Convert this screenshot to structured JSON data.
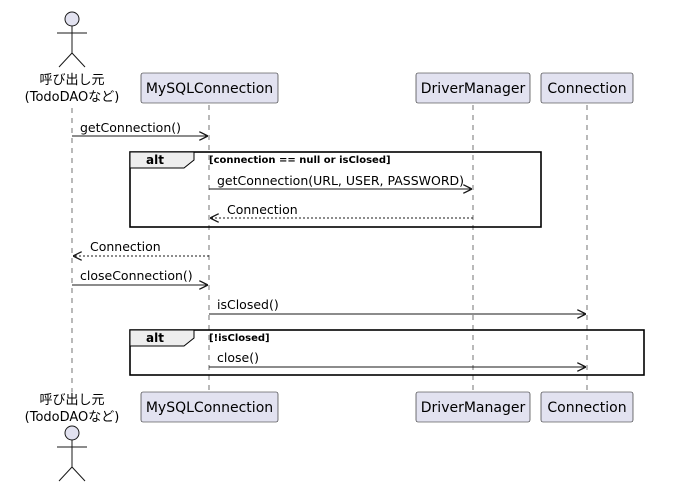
{
  "participants": {
    "caller": {
      "line1": "呼び出し元",
      "line2": "(TodoDAOなど)"
    },
    "mysql": "MySQLConnection",
    "driver": "DriverManager",
    "connection": "Connection"
  },
  "messages": {
    "get_connection_call": "getConnection()",
    "driver_get_connection": "getConnection(URL, USER, PASSWORD)",
    "driver_return": "Connection",
    "return_connection": "Connection",
    "close_connection_call": "closeConnection()",
    "is_closed": "isClosed()",
    "close": "close()"
  },
  "fragments": {
    "alt1": {
      "keyword": "alt",
      "guard": "[connection == null or isClosed]"
    },
    "alt2": {
      "keyword": "alt",
      "guard": "[!isClosed]"
    }
  },
  "colors": {
    "participant_fill": "#e2e2f0",
    "line": "#181818",
    "frame_tab": "#eeeeee"
  }
}
